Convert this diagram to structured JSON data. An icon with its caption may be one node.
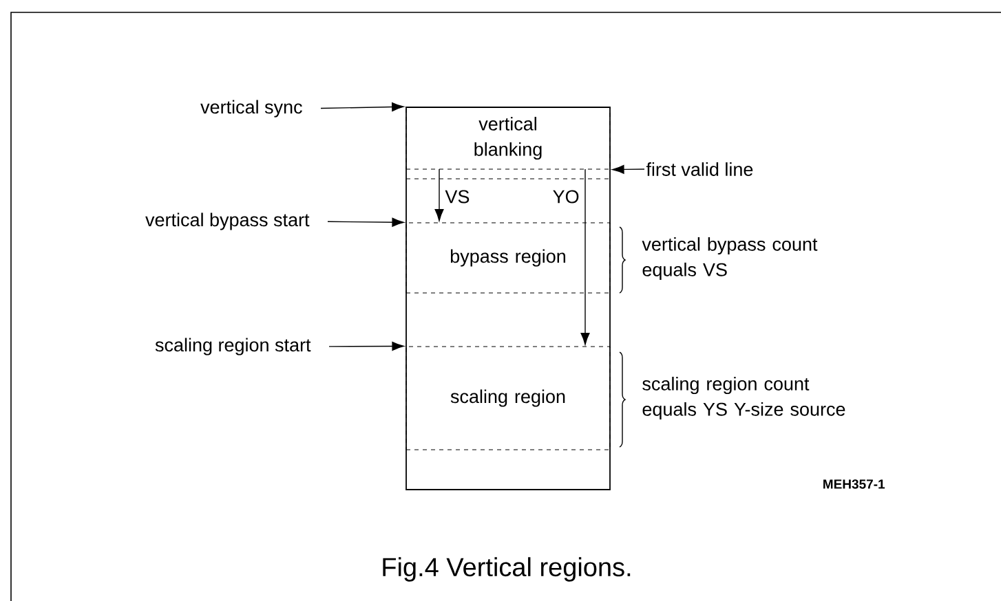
{
  "diagram": {
    "caption": "Fig.4 Vertical regions.",
    "nodes": [
      {
        "text": [],
        "shape": "box"
      },
      {
        "text": [
          "vertical blanking"
        ],
        "in": 0
      },
      {
        "text": [
          "bypass region"
        ],
        "in": 0
      },
      {
        "text": [
          "scaling region"
        ],
        "in": 0
      },
      {
        "text": [
          "vertical sync"
        ]
      },
      {
        "text": [
          "first valid line"
        ]
      },
      {
        "text": [
          "vertical bypass start"
        ]
      },
      {
        "text": [
          "scaling region start"
        ]
      }
    ],
    "edges": [
      {
        "from": 4,
        "to": 0,
        "arrow": "to"
      },
      {
        "from": 5,
        "to": 1,
        "arrow": "to"
      },
      {
        "from": 6,
        "to": 2,
        "arrow": "to"
      },
      {
        "from": 7,
        "to": 3,
        "arrow": "to"
      }
    ],
    "labels": [
      "VS",
      "YO",
      "vertical bypass count equals VS",
      "scaling region count equals YS Y-size source",
      "MEH357-1"
    ]
  }
}
